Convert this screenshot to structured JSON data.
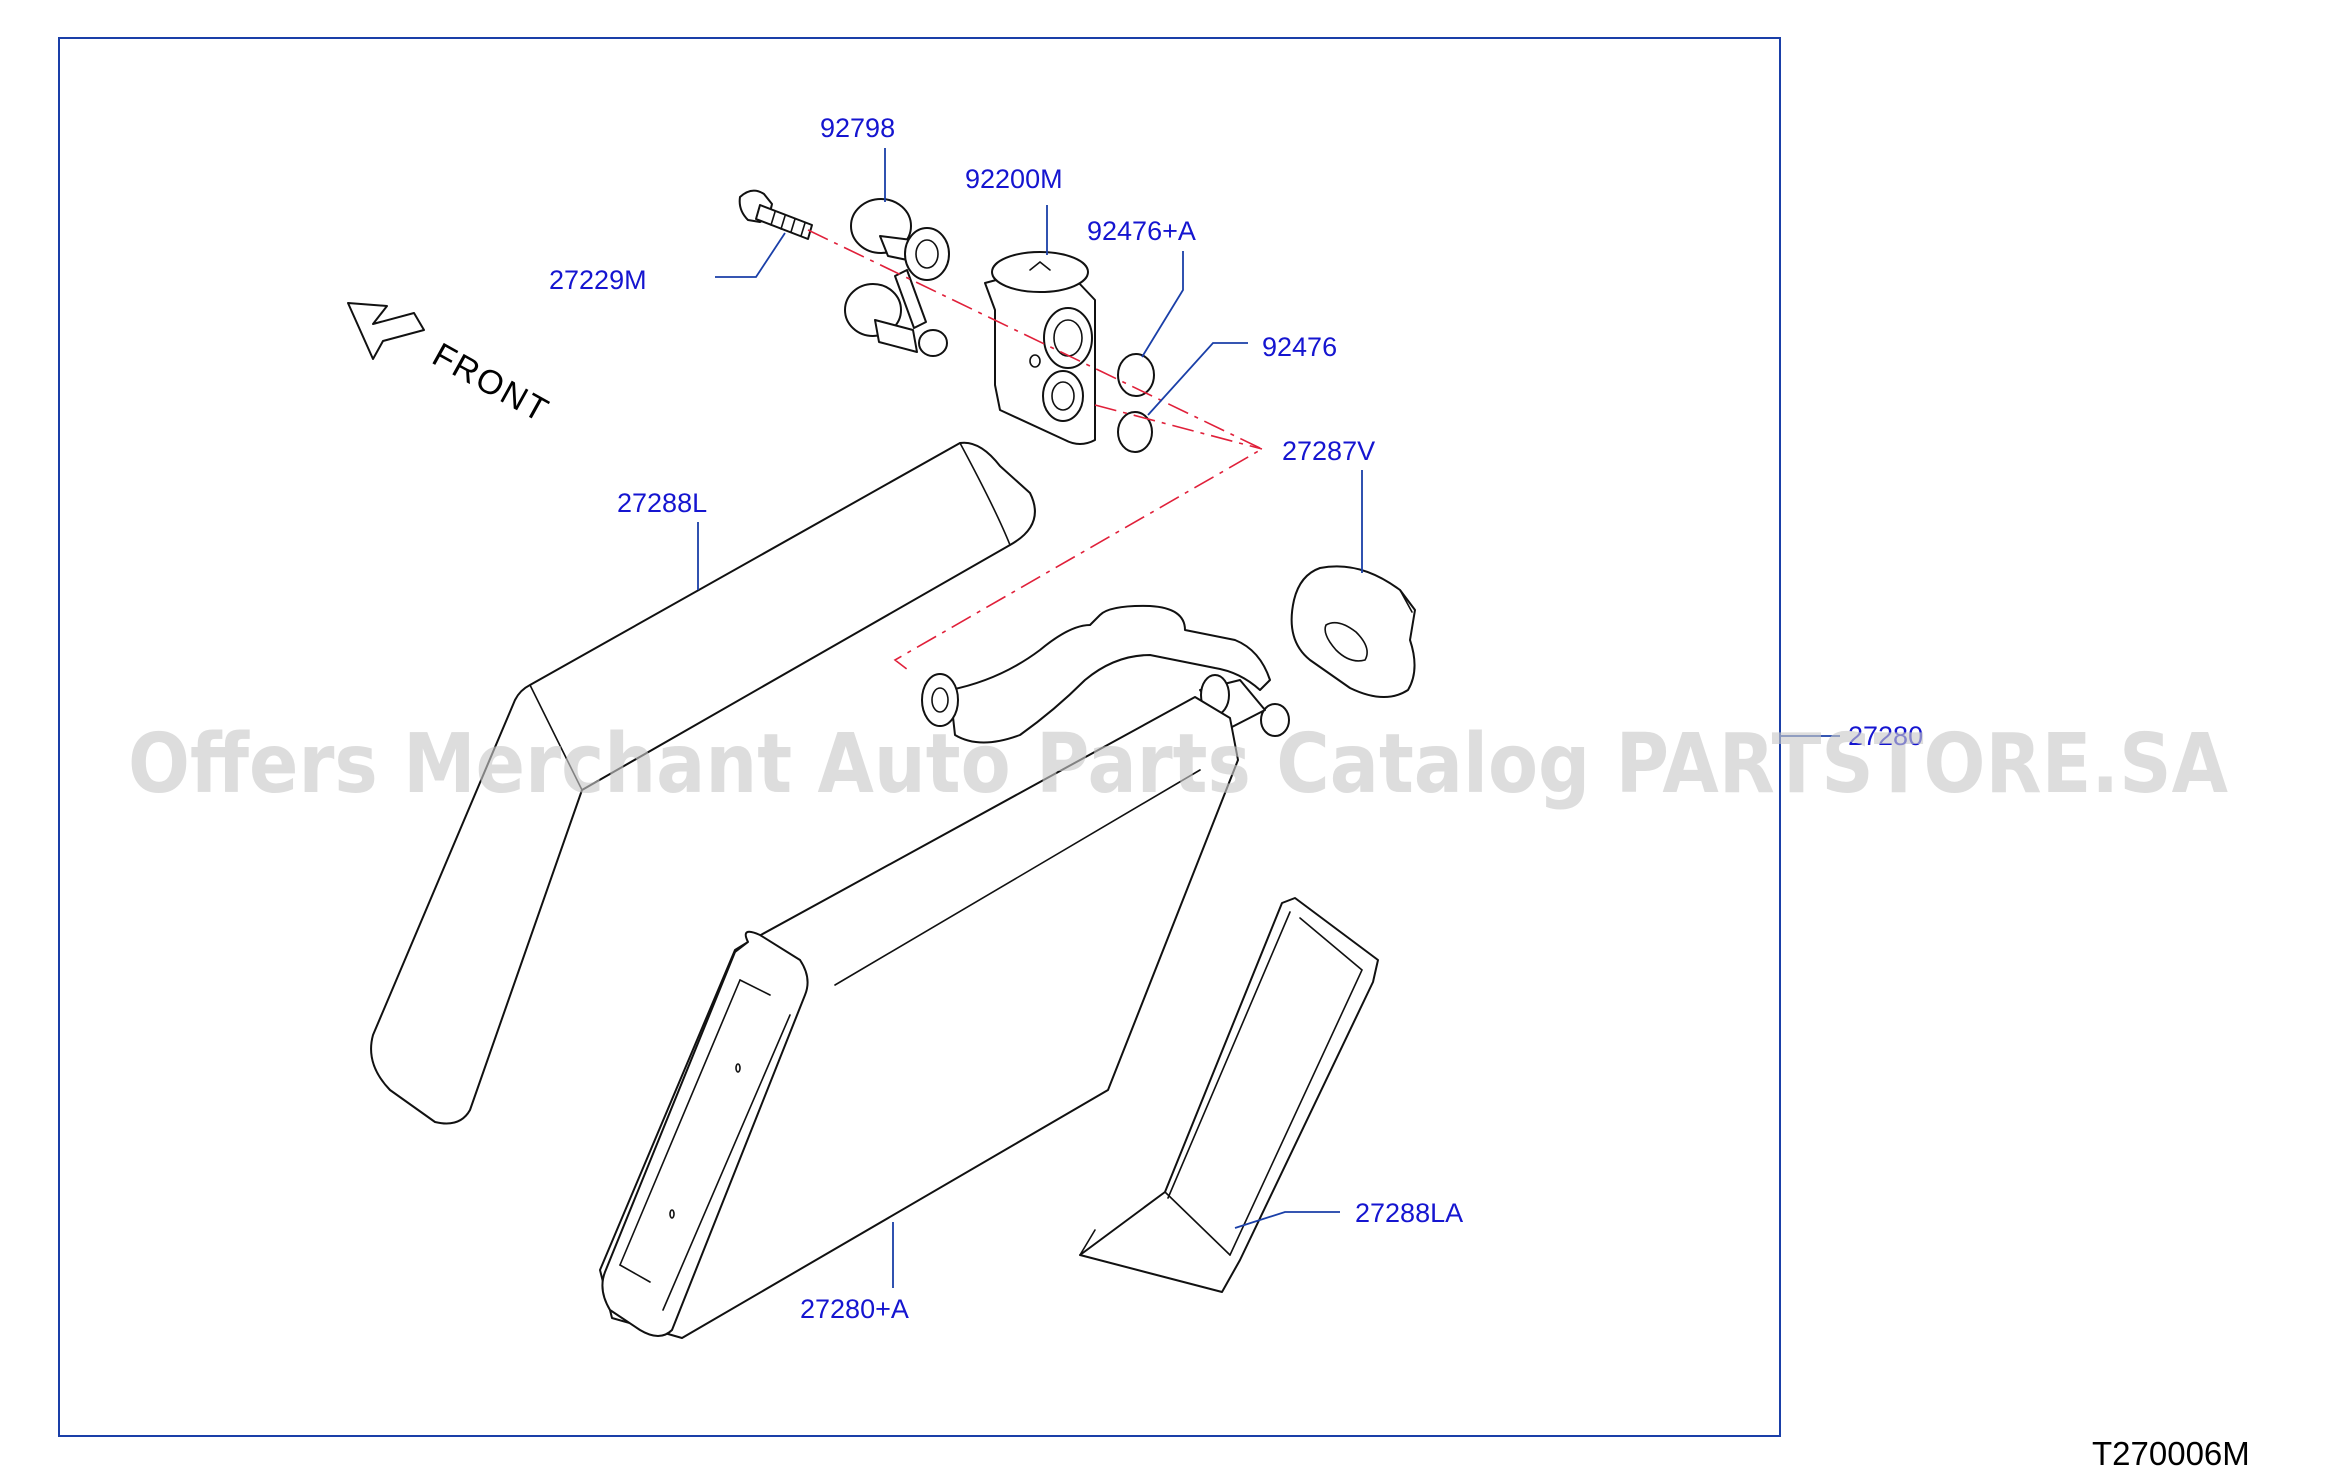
{
  "diagram_code": "T270006M",
  "direction_label": "FRONT",
  "watermark": "Offers Merchant Auto Parts Catalog PARTSTORE.SA",
  "callouts": {
    "bolt": "27229M",
    "clip": "92798",
    "valve": "92200M",
    "o_ring_a": "92476+A",
    "o_ring": "92476",
    "grommet": "27287V",
    "insulator_upper": "27288L",
    "evaporator": "27280+A",
    "insulator_lower": "27288LA",
    "assembly_outside": "27280"
  },
  "colors": {
    "frame": "#1a3fa8",
    "callout_text": "#1515d0",
    "center_line": "#e0203a"
  }
}
